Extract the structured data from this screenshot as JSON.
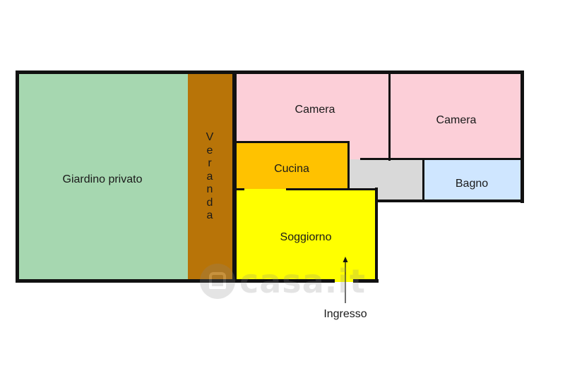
{
  "rooms": {
    "giardino": {
      "label": "Giardino privato",
      "color": "#a6d7b0"
    },
    "veranda": {
      "label": "Veranda",
      "color": "#b87408"
    },
    "camera1": {
      "label": "Camera",
      "color": "#fccfd8"
    },
    "camera2": {
      "label": "Camera",
      "color": "#fccfd8"
    },
    "cucina": {
      "label": "Cucina",
      "color": "#ffc200"
    },
    "disimpegno": {
      "color": "#d9d9d9"
    },
    "bagno": {
      "label": "Bagno",
      "color": "#cfe6ff"
    },
    "soggiorno": {
      "label": "Soggiorno",
      "color": "#ffff00"
    }
  },
  "entrance": {
    "label": "Ingresso"
  },
  "watermark": {
    "text": "casa.it"
  }
}
